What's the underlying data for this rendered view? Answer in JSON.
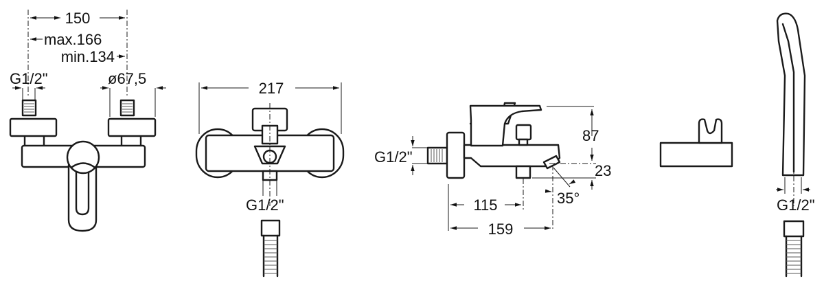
{
  "front_view": {
    "width_label": "150",
    "max_label": "max.166",
    "min_label": "min.134",
    "thread_label": "G1/2\"",
    "diameter_label": "ø67,5"
  },
  "top_view": {
    "width_label": "217",
    "thread_label": "G1/2\""
  },
  "side_view": {
    "thread_label": "G1/2\"",
    "height_label": "87",
    "spout_height_label": "23",
    "angle_label": "35°",
    "outlet_depth_label": "115",
    "depth_label": "159"
  },
  "handshower_view": {
    "thread_label": "G1/2\""
  }
}
